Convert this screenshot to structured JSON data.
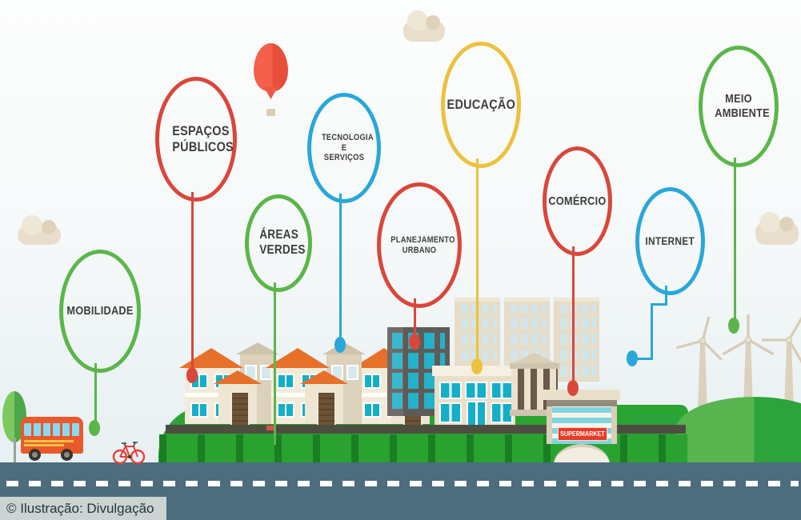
{
  "topics": [
    {
      "name": "mobilidade",
      "label": "MOBILIDADE",
      "color": "#5bb64a"
    },
    {
      "name": "espacos-publicos",
      "label": "ESPAÇOS PÚBLICOS",
      "color": "#d9473a"
    },
    {
      "name": "areas-verdes",
      "label": "ÁREAS VERDES",
      "color": "#5bb64a"
    },
    {
      "name": "tecnologia-e-servicos",
      "label": "TECNOLOGIA E SERVIÇOS",
      "color": "#29a7da"
    },
    {
      "name": "planejamento-urbano",
      "label": "PLANEJAMENTO URBANO",
      "color": "#d9473a"
    },
    {
      "name": "educacao",
      "label": "EDUCAÇÃO",
      "color": "#ecc13f"
    },
    {
      "name": "comercio",
      "label": "COMÉRCIO",
      "color": "#d9473a"
    },
    {
      "name": "internet",
      "label": "INTERNET",
      "color": "#29a7da"
    },
    {
      "name": "meio-ambiente",
      "label": "MEIO AMBIENTE",
      "color": "#5bb64a"
    }
  ],
  "city": {
    "supermarket_sign": "SUPERMARKET"
  },
  "caption": {
    "text": "© Ilustração: Divulgação"
  },
  "palette": {
    "green": "#5bb64a",
    "red": "#d9473a",
    "blue": "#29a7da",
    "yellow": "#ecc13f",
    "label_text": "#3e3d3d",
    "road": "#4d6c7d",
    "hedge": "#2aa22f",
    "cloud": "#e8decb",
    "balloon": "#f4604b",
    "house_roof": "#e7702a",
    "window_teal": "#14afc8",
    "building_beige": "#e6dcc7"
  }
}
